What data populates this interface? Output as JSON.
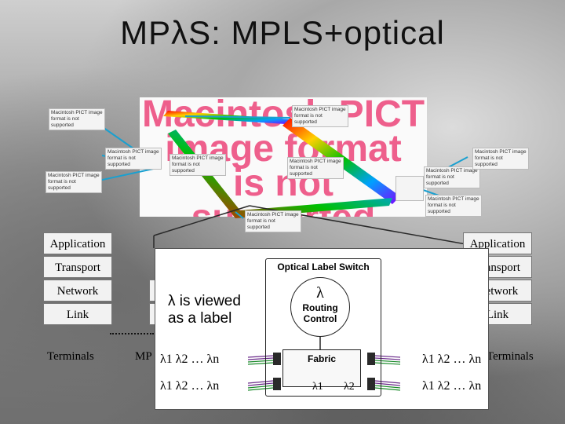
{
  "title": "MPλS: MPLS+optical",
  "pict_placeholder": {
    "big_text": [
      "Macintosh PICT",
      "image format",
      "is not supported"
    ],
    "small_text": "Macintosh PICT image format is not supported"
  },
  "left_stack": {
    "layers": [
      "Application",
      "Transport",
      "Network",
      "Link"
    ],
    "caption": "Terminals"
  },
  "right_stack": {
    "layers": [
      "Application",
      "Transport",
      "Network",
      "Link"
    ],
    "caption": "Terminals"
  },
  "middle_caption": "MP",
  "inset": {
    "note_line1": "λ is viewed",
    "note_line2": "as a label",
    "switch_title": "Optical Label Switch",
    "routing_lambda": "λ",
    "routing_line1": "Routing",
    "routing_line2": "Control",
    "fabric_label": "Fabric",
    "wavelengths": "λ1 λ2 … λn",
    "fabric_in": "λ1",
    "fabric_out": "λ2"
  },
  "colors": {
    "rainbow": [
      "#ff0000",
      "#ffd000",
      "#00c000",
      "#00a0ff",
      "#8000ff"
    ],
    "fiber_purple": "#6a2a8a",
    "fiber_green": "#1a8a2a"
  }
}
